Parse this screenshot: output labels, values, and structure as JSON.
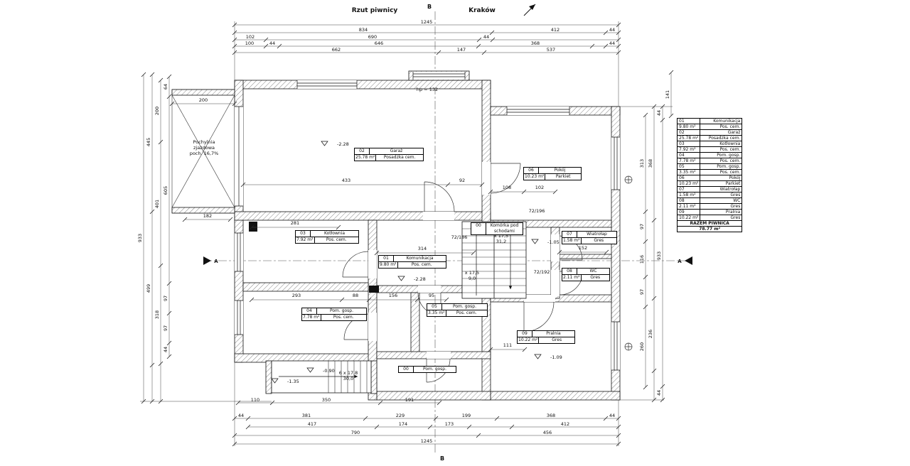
{
  "title": {
    "plan": "Rzut piwnicy",
    "city": "Kraków"
  },
  "axis": {
    "top": "B",
    "bottom": "B",
    "section_left": "A",
    "section_right": "A"
  },
  "rooms": [
    {
      "no": "01",
      "name": "Komunikacja",
      "area": "9.80 m²",
      "floor": "Pos. cem."
    },
    {
      "no": "02",
      "name": "Garaż",
      "area": "25.78 m²",
      "floor": "Posadzka cem."
    },
    {
      "no": "03",
      "name": "Kotłownia",
      "area": "7.92 m²",
      "floor": "Pos. cem."
    },
    {
      "no": "04",
      "name": "Pom. gosp.",
      "area": "7.78 m²",
      "floor": "Pos. cem."
    },
    {
      "no": "05",
      "name": "Pom. gosp.",
      "area": "3.35 m²",
      "floor": "Pos. cem."
    },
    {
      "no": "06",
      "name": "Pokój",
      "area": "10.23 m²",
      "floor": "Parkiet"
    },
    {
      "no": "07",
      "name": "Wiatrołap",
      "area": "1.58 m²",
      "floor": "Gres"
    },
    {
      "no": "08",
      "name": "WC",
      "area": "2.11 m²",
      "floor": "Gres"
    },
    {
      "no": "09",
      "name": "Pralnia",
      "area": "10.22 m²",
      "floor": "Gres"
    },
    {
      "no": "00",
      "name": "Pom. gosp.",
      "area": "",
      "floor": ""
    },
    {
      "no": "00",
      "name": "Komórka pod schodami",
      "area": "",
      "floor": ""
    }
  ],
  "legend": {
    "total_label": "RAZEM PIWNICA",
    "total_area": "78.77 m²"
  },
  "ramp": {
    "line1": "Pochylnia",
    "line2": "zjazdowa",
    "line3": "poch. 16,7%"
  },
  "annotations": {
    "sill": "hp = 132",
    "stairs_main": "x 17,5",
    "stairs_main_t": "31,2",
    "stairs_mid": "x 17,5",
    "stairs_mid_t": "9,0",
    "stairs_ext": "6 x 17,8",
    "stairs_ext_t": "30,0",
    "doors": [
      "72/186",
      "72/196",
      "72/192"
    ],
    "levels": {
      "garage": "-2.28",
      "hall": "-2.28",
      "wiatrolap": "-1.05",
      "pralnia": "-1.09",
      "ext_upper": "-0.90",
      "ext_lower": "-1.35"
    }
  },
  "dims": {
    "top": [
      "1245",
      "834",
      "412",
      "44",
      "102",
      "690",
      "44",
      "100",
      "44",
      "646",
      "368",
      "44",
      "662",
      "147",
      "537"
    ],
    "bottom": [
      "110",
      "350",
      "191",
      "44",
      "381",
      "229",
      "199",
      "368",
      "44",
      "417",
      "174",
      "173",
      "412",
      "790",
      "456",
      "1245"
    ],
    "left": [
      "933",
      "445",
      "499",
      "200",
      "401",
      "318",
      "64",
      "605",
      "97",
      "97",
      "44",
      "182",
      "200"
    ],
    "right": [
      "313",
      "97",
      "116",
      "97",
      "260",
      "368",
      "236",
      "44",
      "933",
      "44",
      "141"
    ],
    "interior": [
      "433",
      "92",
      "108",
      "102",
      "281",
      "314",
      "293",
      "88",
      "156",
      "95",
      "111",
      "152"
    ]
  }
}
